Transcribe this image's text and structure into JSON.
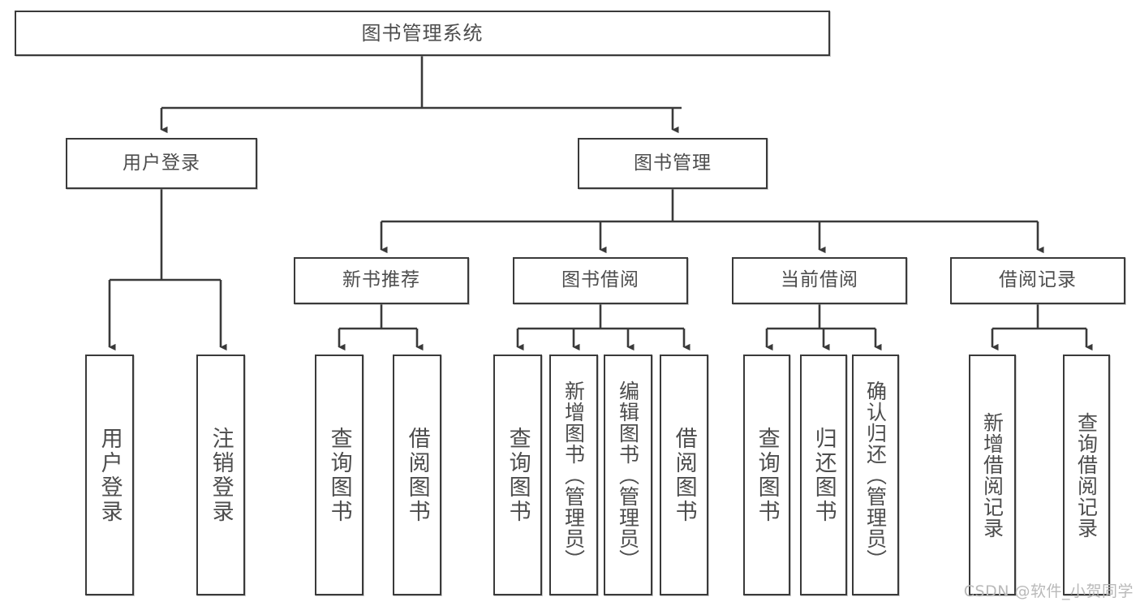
{
  "diagram": {
    "title": "图书管理系统",
    "type": "tree-hierarchy",
    "watermark": "CSDN @软件_小贺同学",
    "colors": {
      "box_border": "#3a3a3a",
      "box_fill": "#ffffff",
      "text": "#4d4d4d",
      "edge": "#3a3a3a",
      "watermark": "#b9b9b9"
    },
    "nodes": {
      "root": {
        "label": "图书管理系统"
      },
      "level2": [
        {
          "id": "user-login",
          "label": "用户登录"
        },
        {
          "id": "book-management",
          "label": "图书管理"
        }
      ],
      "level3": [
        {
          "id": "new-book-recommend",
          "label": "新书推荐"
        },
        {
          "id": "book-borrow",
          "label": "图书借阅"
        },
        {
          "id": "current-borrow",
          "label": "当前借阅"
        },
        {
          "id": "borrow-record",
          "label": "借阅记录"
        }
      ],
      "leaves": {
        "user_login": [
          {
            "id": "leaf-user-login",
            "label": "用户登录"
          },
          {
            "id": "leaf-logout-login",
            "label": "注销登录"
          }
        ],
        "new_book_recommend": [
          {
            "id": "leaf-query-book-1",
            "label": "查询图书"
          },
          {
            "id": "leaf-borrow-book-1",
            "label": "借阅图书"
          }
        ],
        "book_borrow": [
          {
            "id": "leaf-query-book-2",
            "label": "查询图书"
          },
          {
            "id": "leaf-add-book",
            "label": "新增图书（管理员）"
          },
          {
            "id": "leaf-edit-book",
            "label": "编辑图书（管理员）"
          },
          {
            "id": "leaf-borrow-book-2",
            "label": "借阅图书"
          }
        ],
        "current_borrow": [
          {
            "id": "leaf-query-book-3",
            "label": "查询图书"
          },
          {
            "id": "leaf-return-book",
            "label": "归还图书"
          },
          {
            "id": "leaf-confirm-return",
            "label": "确认归还（管理员）"
          }
        ],
        "borrow_record": [
          {
            "id": "leaf-add-record",
            "label": "新增借阅记录"
          },
          {
            "id": "leaf-query-record",
            "label": "查询借阅记录"
          }
        ]
      }
    }
  }
}
